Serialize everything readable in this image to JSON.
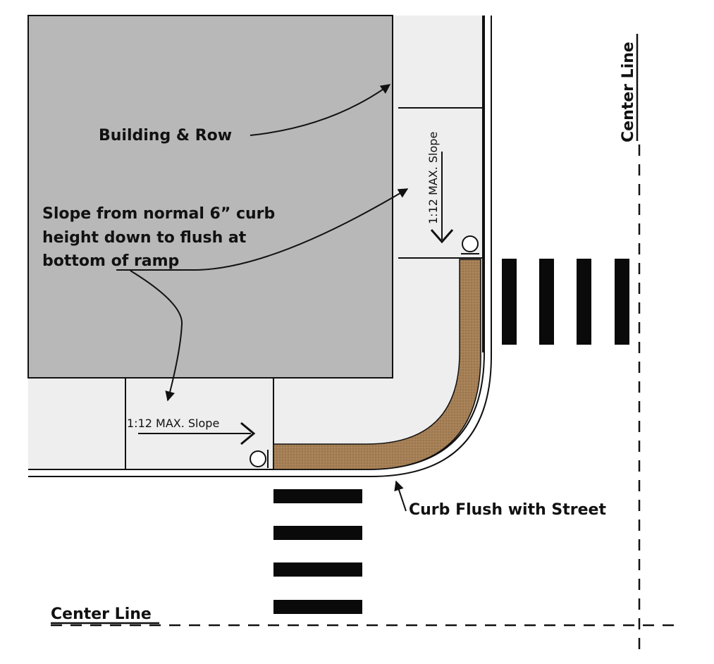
{
  "labels": {
    "building_row": "Building & Row",
    "slope_note_line1": "Slope from normal 6” curb",
    "slope_note_line2": "height down to flush at",
    "slope_note_line3": "bottom of ramp",
    "ramp_slope_horizontal": "1:12 MAX. Slope",
    "ramp_slope_vertical": "1:12 MAX. Slope",
    "curb_flush": "Curb Flush with Street",
    "center_line_vertical": "Center Line",
    "center_line_horizontal": "Center Line"
  },
  "colors": {
    "building": "#b8b8b8",
    "sidewalk": "#eeeeee",
    "ramp": "#a57f55",
    "crosswalk": "#0a0a0a",
    "lines": "#111111"
  }
}
